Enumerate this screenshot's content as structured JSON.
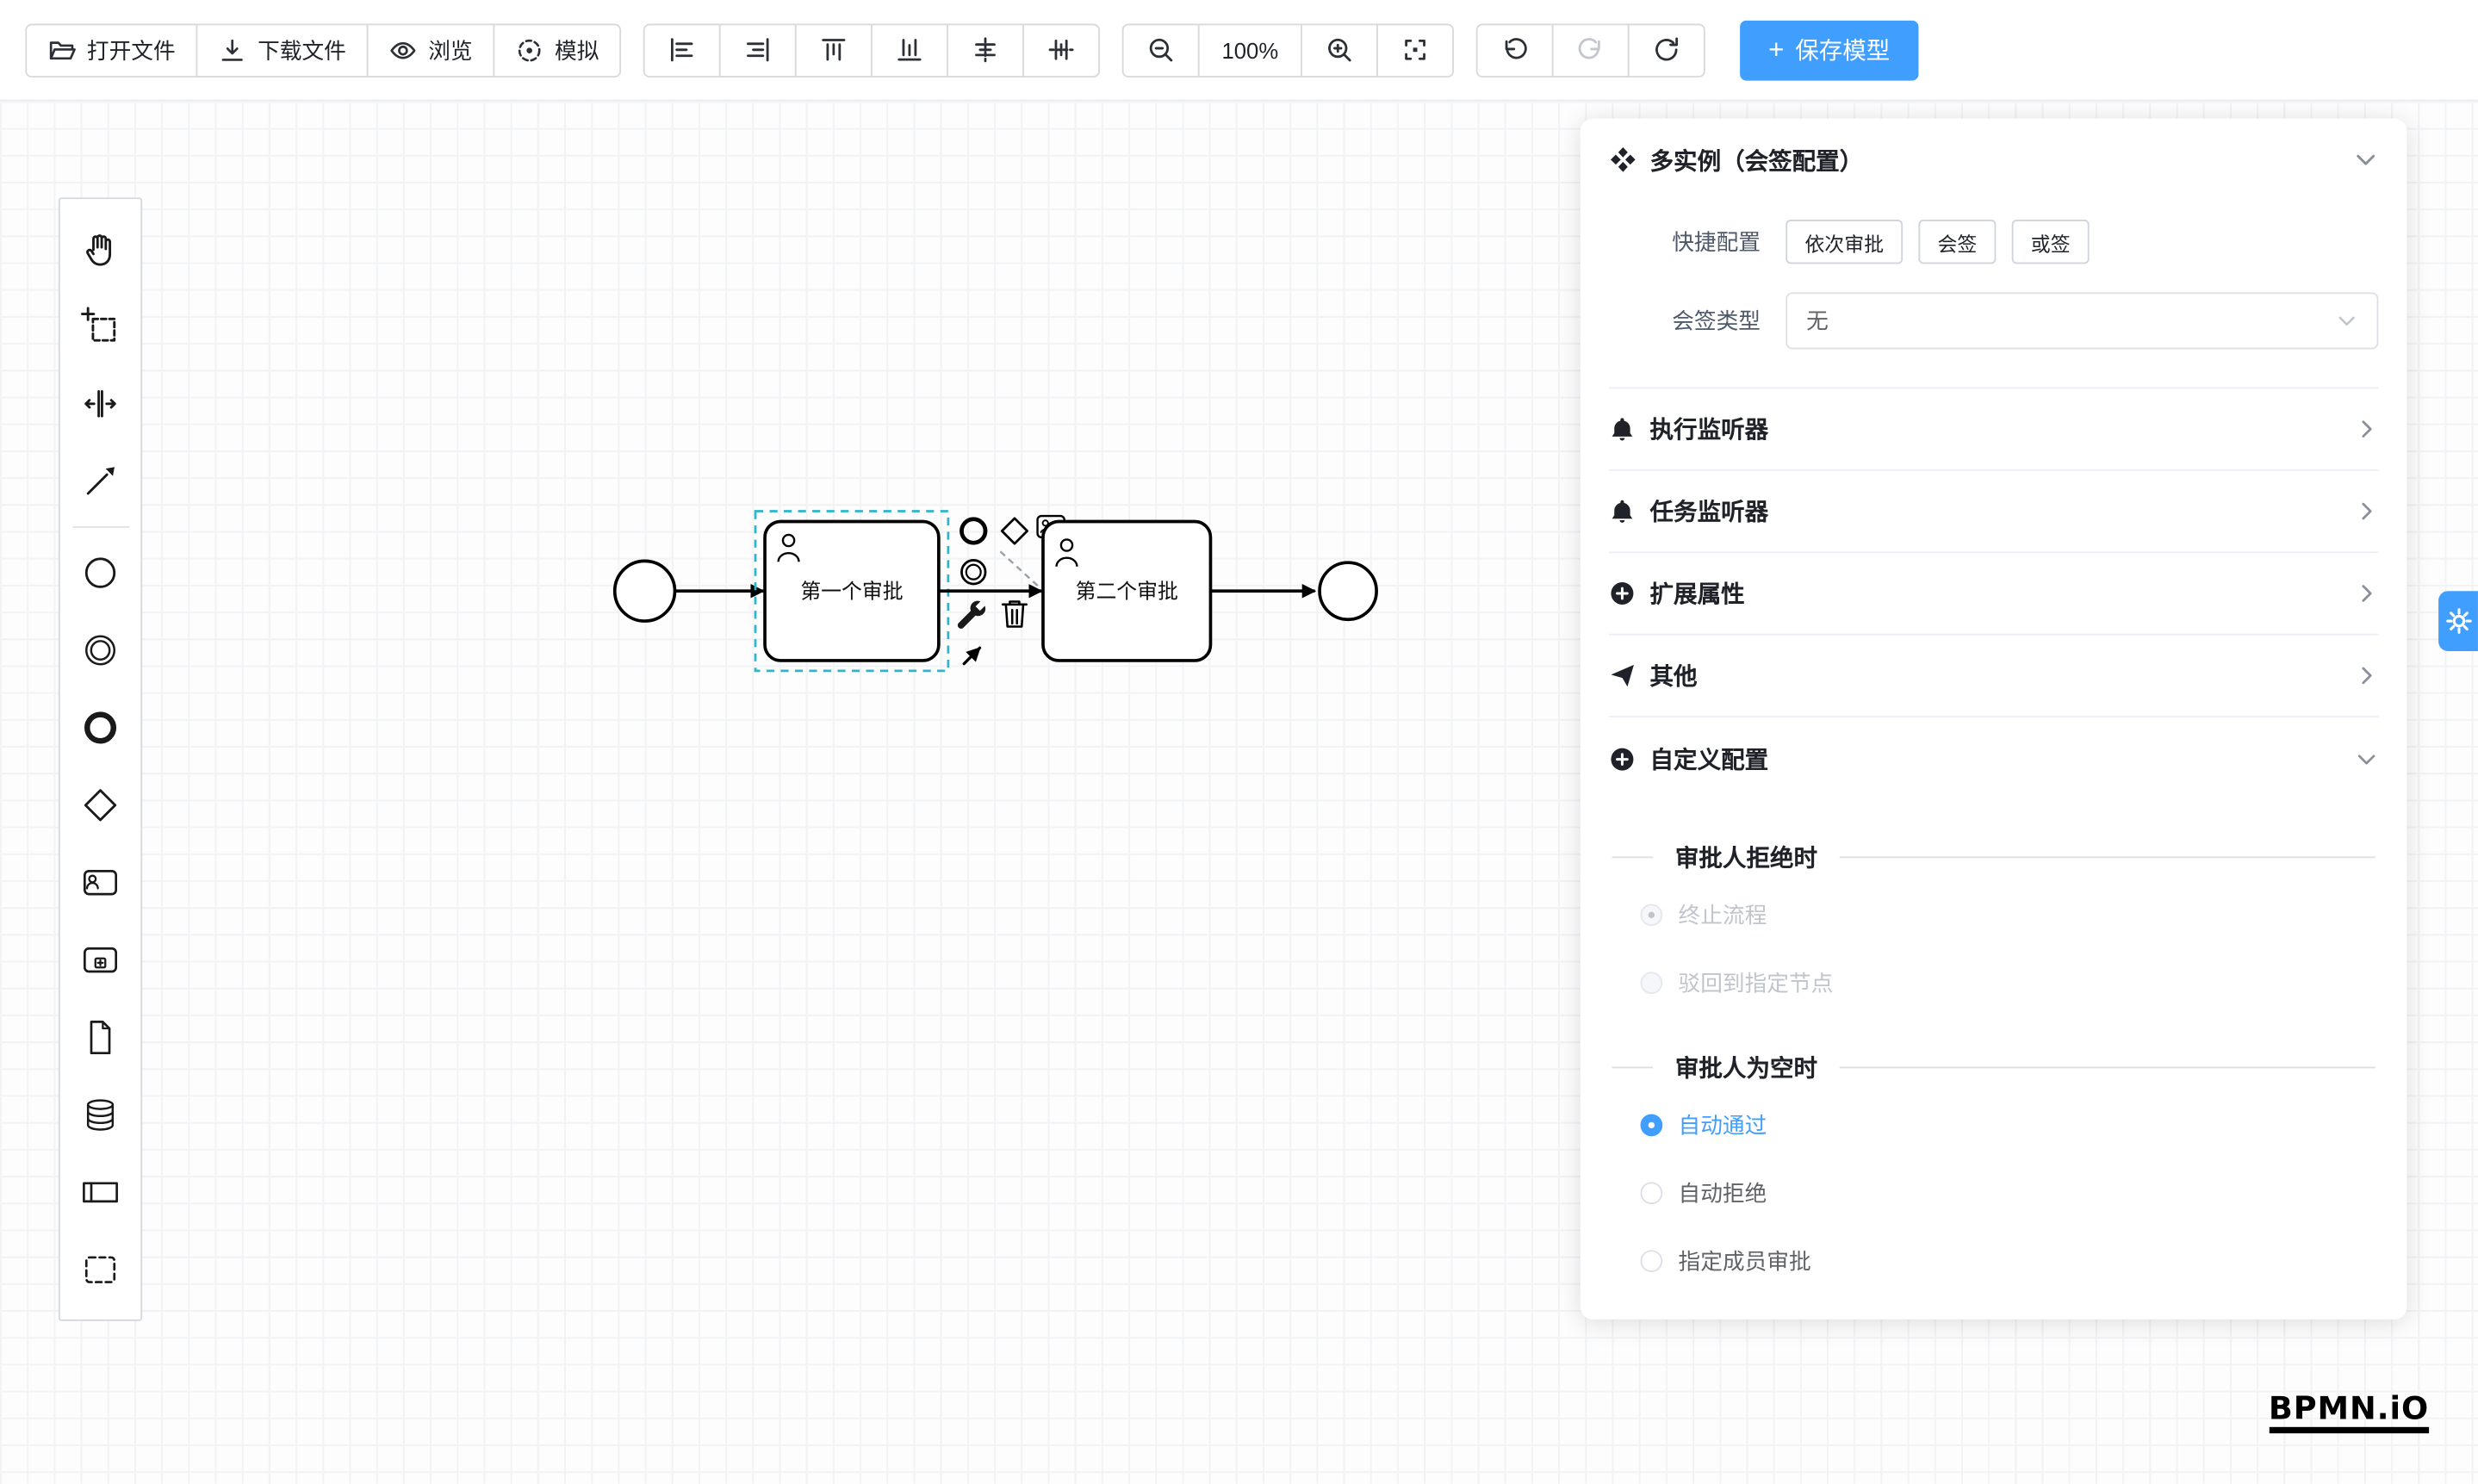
{
  "colors": {
    "accent": "#409EFF",
    "selection": "#2CB5CC"
  },
  "toolbar": {
    "file_buttons": [
      {
        "label": "打开文件",
        "icon": "folder-open-icon"
      },
      {
        "label": "下载文件",
        "icon": "download-icon"
      },
      {
        "label": "浏览",
        "icon": "eye-icon"
      },
      {
        "label": "模拟",
        "icon": "simulate-spinner-icon"
      }
    ],
    "align_buttons": [
      "align-left-icon",
      "align-right-icon",
      "align-top-icon",
      "align-bottom-icon",
      "align-center-horizontal-icon",
      "align-center-vertical-icon"
    ],
    "zoom": {
      "out_icon": "zoom-out-icon",
      "level": "100%",
      "in_icon": "zoom-in-icon",
      "reset_icon": "reset-viewport-icon"
    },
    "history_icons": [
      "undo-icon",
      "redo-icon",
      "refresh-icon"
    ],
    "save_plus": "+",
    "save_label": "保存模型"
  },
  "palette": {
    "tools": [
      "hand-tool",
      "lasso-tool",
      "space-tool",
      "global-connect-tool",
      "create-start-event",
      "create-intermediate-event",
      "create-end-event",
      "create-gateway",
      "create-user-task",
      "create-call-activity",
      "create-data-object",
      "create-data-store",
      "create-participant",
      "create-group"
    ]
  },
  "diagram": {
    "task1": "第一个审批",
    "task2": "第二个审批",
    "context_pad_icons": [
      "append-end-event-icon",
      "append-gateway-icon",
      "append-user-task-icon",
      "append-intermediate-event-icon",
      "append-screen-icon",
      "wrench-icon",
      "trash-icon",
      "connect-icon"
    ]
  },
  "panel": {
    "title": "多实例（会签配置）",
    "title_icon": "multi-instance-icon",
    "quick_config_label": "快捷配置",
    "quick_options": [
      "依次审批",
      "会签",
      "或签"
    ],
    "type_label": "会签类型",
    "type_value": "无",
    "sections": [
      {
        "label": "执行监听器",
        "icon": "bell-icon",
        "expanded": false
      },
      {
        "label": "任务监听器",
        "icon": "bell-icon",
        "expanded": false
      },
      {
        "label": "扩展属性",
        "icon": "plus-circle-icon",
        "expanded": false
      },
      {
        "label": "其他",
        "icon": "send-icon",
        "expanded": false
      },
      {
        "label": "自定义配置",
        "icon": "plus-circle-icon",
        "expanded": true
      }
    ],
    "reject_divider": "审批人拒绝时",
    "reject_options": [
      {
        "label": "终止流程",
        "checked": true,
        "disabled": true
      },
      {
        "label": "驳回到指定节点",
        "checked": false,
        "disabled": true
      }
    ],
    "empty_divider": "审批人为空时",
    "empty_options": [
      {
        "label": "自动通过",
        "checked": true,
        "disabled": false
      },
      {
        "label": "自动拒绝",
        "checked": false,
        "disabled": false
      },
      {
        "label": "指定成员审批",
        "checked": false,
        "disabled": false
      }
    ]
  },
  "logo": "BPMN.iO"
}
